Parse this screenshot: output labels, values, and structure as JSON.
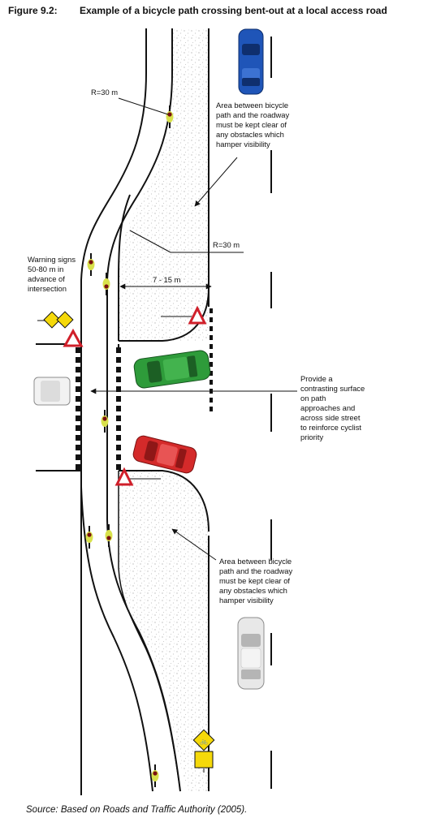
{
  "figure": {
    "number": "Figure 9.2:",
    "title": "Example of a bicycle path crossing bent-out at a local access road",
    "source": "Source: Based on Roads and Traffic Authority (2005)."
  },
  "labels": {
    "radius_top": "R=30 m",
    "radius_mid": "R=30 m",
    "offset": "7 - 15 m",
    "warning_signs": [
      "Warning signs",
      "50-80 m in",
      "advance of",
      "intersection"
    ],
    "clear_area_top": [
      "Area between bicycle",
      "path and the roadway",
      "must be kept clear of",
      "any obstacles which",
      "hamper visibility"
    ],
    "contrasting": [
      "Provide a",
      "contrasting surface",
      "on path",
      "approaches and",
      "across side street",
      "to reinforce cyclist",
      "priority"
    ],
    "clear_area_bottom": [
      "Area between bicycle",
      "path and the roadway",
      "must be kept clear of",
      "any obstacles which",
      "hamper visibility"
    ]
  },
  "colors": {
    "car_blue": "#1f55b8",
    "car_green": "#2e9b3a",
    "car_red": "#d42a2a",
    "car_white": "#e8e8e8",
    "sign_red": "#d01f2a",
    "sign_yellow": "#f5d90a",
    "stipple": "#cfcfcf"
  }
}
